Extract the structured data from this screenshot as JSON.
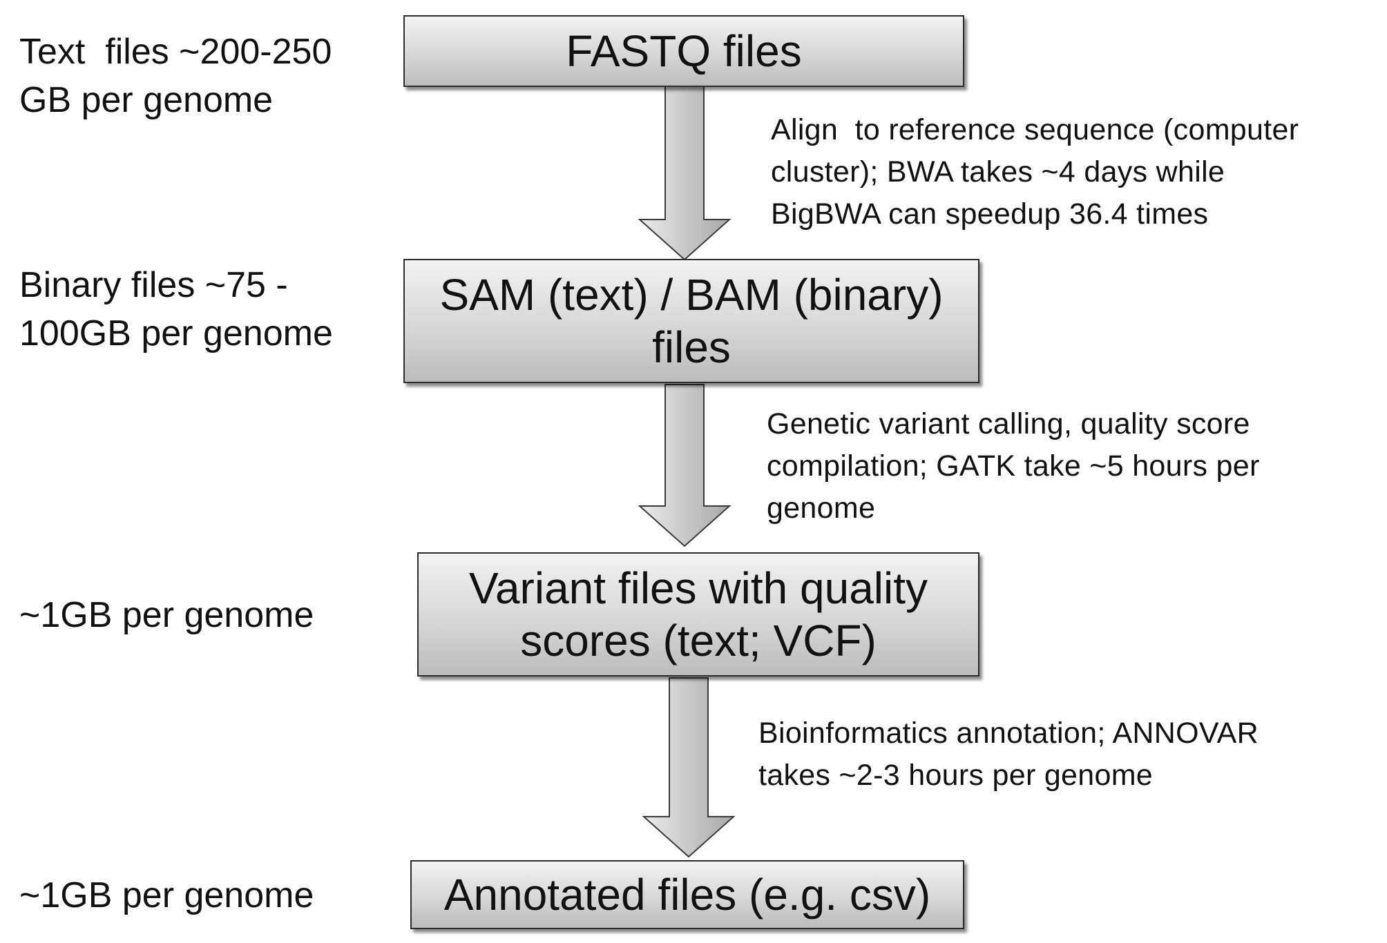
{
  "nodes": [
    {
      "id": "fastq",
      "label_lines": [
        "FASTQ files"
      ]
    },
    {
      "id": "sam_bam",
      "label_lines": [
        "SAM (text) / BAM (binary)",
        "files"
      ]
    },
    {
      "id": "variant",
      "label_lines": [
        "Variant files with quality",
        "scores (text; VCF)"
      ]
    },
    {
      "id": "annotated",
      "label_lines": [
        "Annotated files (e.g. csv)"
      ]
    }
  ],
  "sizes": [
    {
      "node": "fastq",
      "lines": [
        "Text  files ~200-250",
        "GB per genome"
      ]
    },
    {
      "node": "sam_bam",
      "lines": [
        "Binary files ~75 -",
        "100GB per genome"
      ]
    },
    {
      "node": "variant",
      "lines": [
        "~1GB per genome"
      ]
    },
    {
      "node": "annotated",
      "lines": [
        "~1GB per genome"
      ]
    }
  ],
  "edges": [
    {
      "from": "fastq",
      "to": "sam_bam",
      "lines": [
        "Align  to reference sequence (computer",
        "cluster); BWA takes ~4 days while",
        "BigBWA can speedup 36.4 times"
      ]
    },
    {
      "from": "sam_bam",
      "to": "variant",
      "lines": [
        "Genetic variant calling, quality score",
        "compilation; GATK take ~5 hours per",
        "genome"
      ]
    },
    {
      "from": "variant",
      "to": "annotated",
      "lines": [
        "Bioinformatics annotation; ANNOVAR",
        "takes ~2-3 hours per genome"
      ]
    }
  ]
}
